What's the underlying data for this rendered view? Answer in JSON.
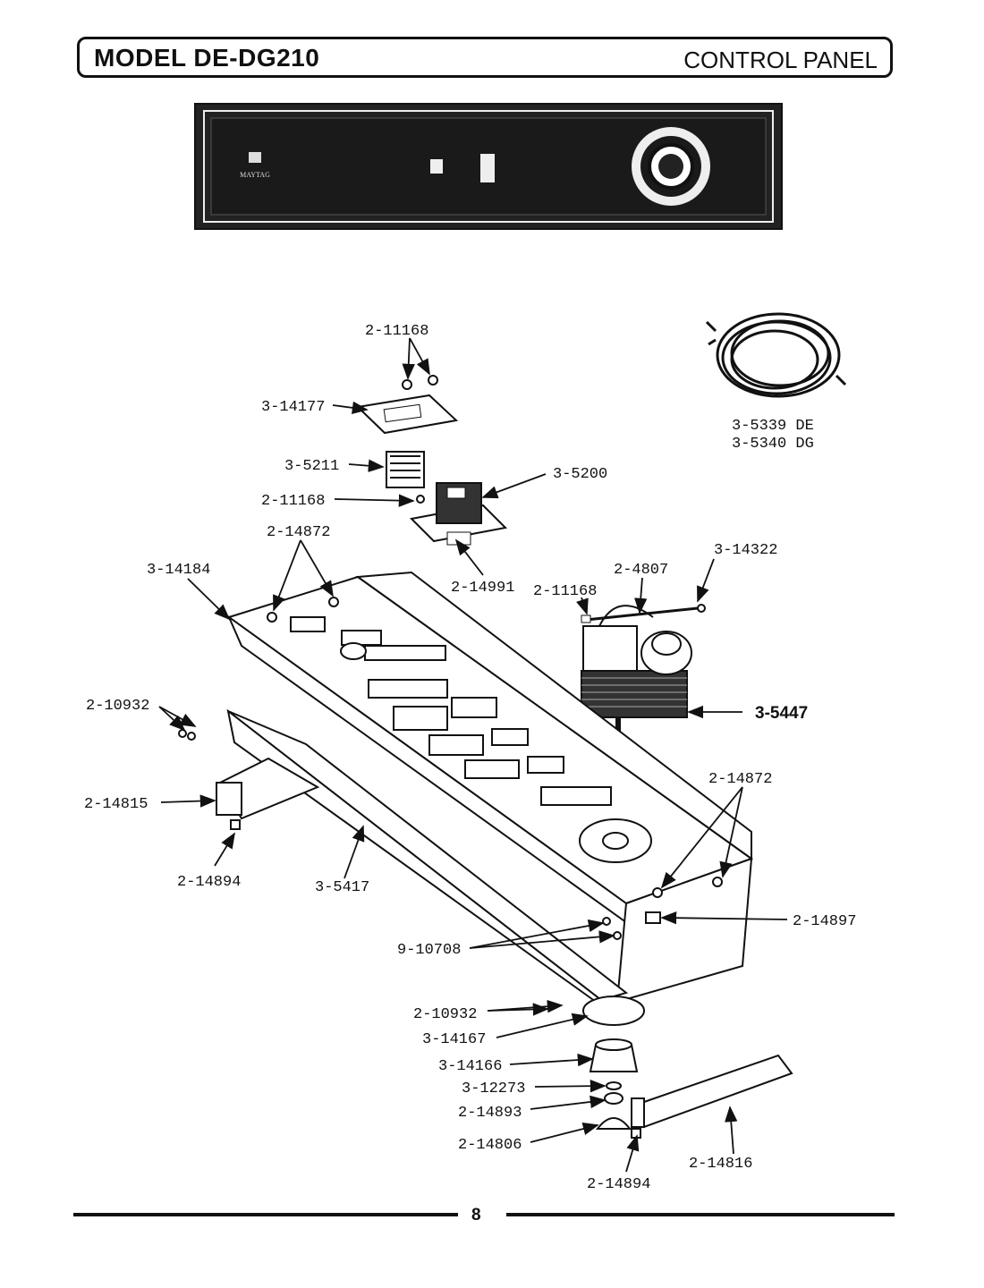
{
  "header": {
    "model": "MODEL DE-DG210",
    "section": "CONTROL PANEL"
  },
  "panel_front": {
    "brand": "MAYTAG"
  },
  "parts": {
    "p_2_11168_top": "2-11168",
    "p_3_14177": "3-14177",
    "p_3_5211": "3-5211",
    "p_2_11168_mid": "2-11168",
    "p_3_5200": "3-5200",
    "p_2_14872_left": "2-14872",
    "p_3_14184": "3-14184",
    "p_2_14991": "2-14991",
    "p_2_11168_right": "2-11168",
    "p_2_4807": "2-4807",
    "p_3_14322": "3-14322",
    "p_3_5339": "3-5339 DE",
    "p_3_5340": "3-5340 DG",
    "p_3_5447": "3-5447",
    "p_2_10932_left": "2-10932",
    "p_2_14815": "2-14815",
    "p_2_14894_left": "2-14894",
    "p_3_5417": "3-5417",
    "p_2_14872_right": "2-14872",
    "p_2_14897": "2-14897",
    "p_9_10708": "9-10708",
    "p_2_10932_bottom": "2-10932",
    "p_3_14167": "3-14167",
    "p_3_14166": "3-14166",
    "p_3_12273": "3-12273",
    "p_2_14893": "2-14893",
    "p_2_14806": "2-14806",
    "p_2_14894_bottom": "2-14894",
    "p_2_14816": "2-14816"
  },
  "footer": {
    "page": "8"
  }
}
